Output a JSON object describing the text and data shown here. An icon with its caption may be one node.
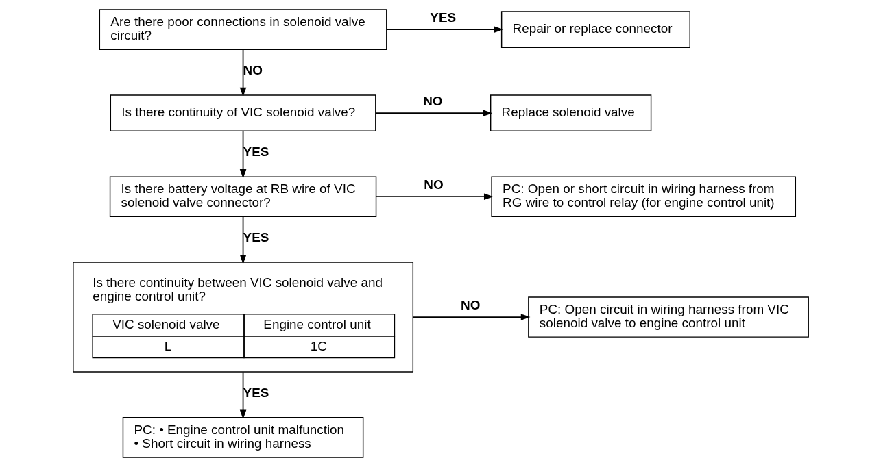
{
  "diagram": {
    "nodes": [
      {
        "text": [
          "Are there poor connections in solenoid valve circuit?"
        ]
      },
      {
        "text": [
          "Repair or replace connector"
        ]
      },
      {
        "text": [
          "Is there continuity of VIC solenoid valve?"
        ]
      },
      {
        "text": [
          "Replace solenoid valve"
        ]
      },
      {
        "text": [
          "Is there battery voltage at RB wire of VIC solenoid valve connector?"
        ]
      },
      {
        "text": [
          "PC: Open or short circuit in wiring harness from RG wire to control relay (for engine control unit)"
        ]
      },
      {
        "text": [
          "Is there continuity between VIC solenoid valve and engine control unit?",
          "VIC solenoid valve",
          "Engine control unit",
          "L",
          "1C"
        ]
      },
      {
        "text": [
          "PC: Open circuit in wiring harness from VIC solenoid valve to engine control unit"
        ]
      },
      {
        "text": [
          "PC: • Engine control unit malfunction",
          "• Short circuit in wiring harness"
        ]
      }
    ],
    "edges": [
      {
        "from": 0,
        "to": 1,
        "arrow": "to",
        "label": "YES"
      },
      {
        "from": 0,
        "to": 2,
        "arrow": "to",
        "label": "NO"
      },
      {
        "from": 2,
        "to": 3,
        "arrow": "to",
        "label": "NO"
      },
      {
        "from": 2,
        "to": 4,
        "arrow": "to",
        "label": "YES"
      },
      {
        "from": 4,
        "to": 5,
        "arrow": "to",
        "label": "NO"
      },
      {
        "from": 4,
        "to": 6,
        "arrow": "to",
        "label": "YES"
      },
      {
        "from": 6,
        "to": 7,
        "arrow": "to",
        "label": "NO"
      },
      {
        "from": 6,
        "to": 8,
        "arrow": "to",
        "label": "YES"
      }
    ]
  }
}
